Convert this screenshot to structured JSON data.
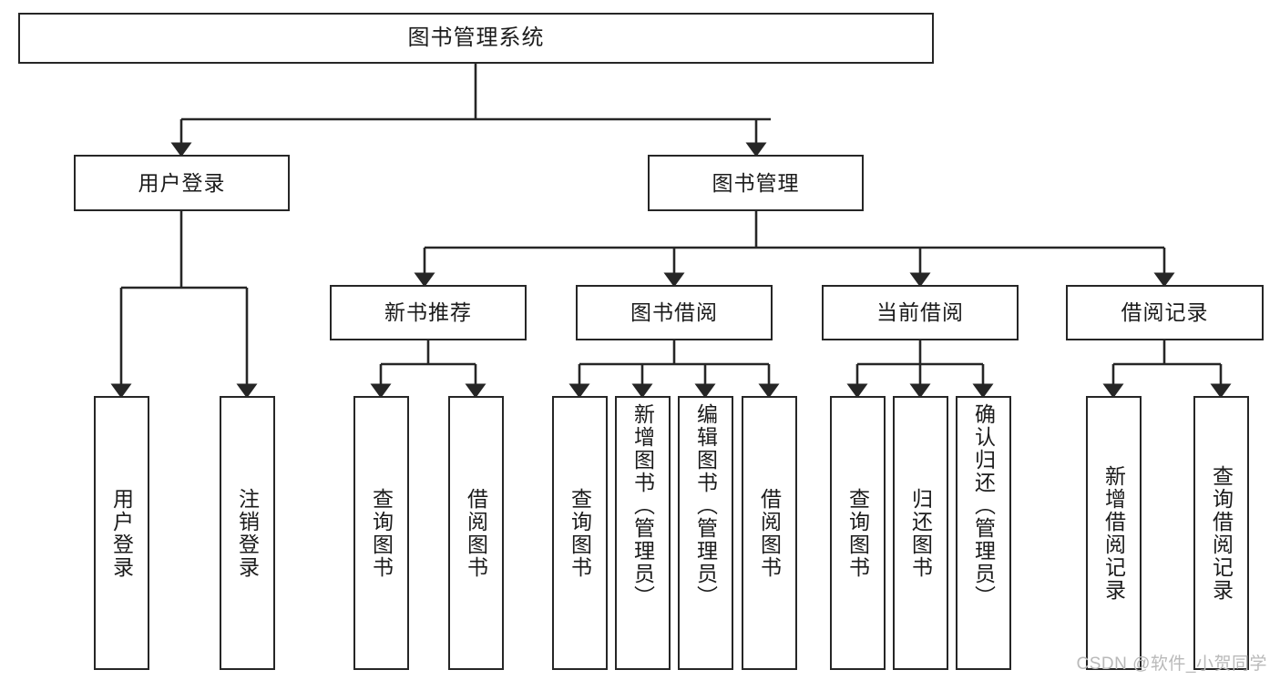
{
  "diagram": {
    "type": "tree",
    "title": "图书管理系统",
    "watermark": "CSDN @软件_小贺同学",
    "colors": {
      "box_border": "#262626",
      "box_fill": "#ffffff",
      "connector": "#262626",
      "text": "#1b1b1b",
      "watermark": "#b9b9b9",
      "background": "#ffffff"
    },
    "levels": [
      {
        "level": 1,
        "nodes": [
          {
            "id": "root",
            "label": "图书管理系统",
            "orientation": "horizontal"
          }
        ]
      },
      {
        "level": 2,
        "nodes": [
          {
            "id": "login",
            "label": "用户登录",
            "orientation": "horizontal",
            "parent": "root"
          },
          {
            "id": "bookmgr",
            "label": "图书管理",
            "orientation": "horizontal",
            "parent": "root"
          }
        ]
      },
      {
        "level": 3,
        "nodes": [
          {
            "id": "newbook",
            "label": "新书推荐",
            "orientation": "horizontal",
            "parent": "bookmgr"
          },
          {
            "id": "borrow",
            "label": "图书借阅",
            "orientation": "horizontal",
            "parent": "bookmgr"
          },
          {
            "id": "current",
            "label": "当前借阅",
            "orientation": "horizontal",
            "parent": "bookmgr"
          },
          {
            "id": "records",
            "label": "借阅记录",
            "orientation": "horizontal",
            "parent": "bookmgr"
          }
        ]
      },
      {
        "level": 4,
        "nodes": [
          {
            "id": "leaf1",
            "label": "用户登录",
            "orientation": "vertical",
            "parent": "login",
            "align": "center"
          },
          {
            "id": "leaf2",
            "label": "注销登录",
            "orientation": "vertical",
            "parent": "login",
            "align": "center"
          },
          {
            "id": "leaf3",
            "label": "查询图书",
            "orientation": "vertical",
            "parent": "newbook",
            "align": "center"
          },
          {
            "id": "leaf4",
            "label": "借阅图书",
            "orientation": "vertical",
            "parent": "newbook",
            "align": "center"
          },
          {
            "id": "leaf5",
            "label": "查询图书",
            "orientation": "vertical",
            "parent": "borrow",
            "align": "center"
          },
          {
            "id": "leaf6",
            "label": "新增图书（管理员）",
            "orientation": "vertical",
            "parent": "borrow",
            "align": "top"
          },
          {
            "id": "leaf7",
            "label": "编辑图书（管理员）",
            "orientation": "vertical",
            "parent": "borrow",
            "align": "top"
          },
          {
            "id": "leaf8",
            "label": "借阅图书",
            "orientation": "vertical",
            "parent": "borrow",
            "align": "center"
          },
          {
            "id": "leaf9",
            "label": "查询图书",
            "orientation": "vertical",
            "parent": "current",
            "align": "center"
          },
          {
            "id": "leaf10",
            "label": "归还图书",
            "orientation": "vertical",
            "parent": "current",
            "align": "center"
          },
          {
            "id": "leaf11",
            "label": "确认归还（管理员）",
            "orientation": "vertical",
            "parent": "current",
            "align": "top"
          },
          {
            "id": "leaf12",
            "label": "新增借阅记录",
            "orientation": "vertical",
            "parent": "records",
            "align": "center"
          },
          {
            "id": "leaf13",
            "label": "查询借阅记录",
            "orientation": "vertical",
            "parent": "records",
            "align": "center"
          }
        ]
      }
    ],
    "edges": [
      {
        "from": "root",
        "to": "login"
      },
      {
        "from": "root",
        "to": "bookmgr"
      },
      {
        "from": "login",
        "to": "leaf1"
      },
      {
        "from": "login",
        "to": "leaf2"
      },
      {
        "from": "bookmgr",
        "to": "newbook"
      },
      {
        "from": "bookmgr",
        "to": "borrow"
      },
      {
        "from": "bookmgr",
        "to": "current"
      },
      {
        "from": "bookmgr",
        "to": "records"
      },
      {
        "from": "newbook",
        "to": "leaf3"
      },
      {
        "from": "newbook",
        "to": "leaf4"
      },
      {
        "from": "borrow",
        "to": "leaf5"
      },
      {
        "from": "borrow",
        "to": "leaf6"
      },
      {
        "from": "borrow",
        "to": "leaf7"
      },
      {
        "from": "borrow",
        "to": "leaf8"
      },
      {
        "from": "current",
        "to": "leaf9"
      },
      {
        "from": "current",
        "to": "leaf10"
      },
      {
        "from": "current",
        "to": "leaf11"
      },
      {
        "from": "records",
        "to": "leaf12"
      },
      {
        "from": "records",
        "to": "leaf13"
      }
    ]
  }
}
